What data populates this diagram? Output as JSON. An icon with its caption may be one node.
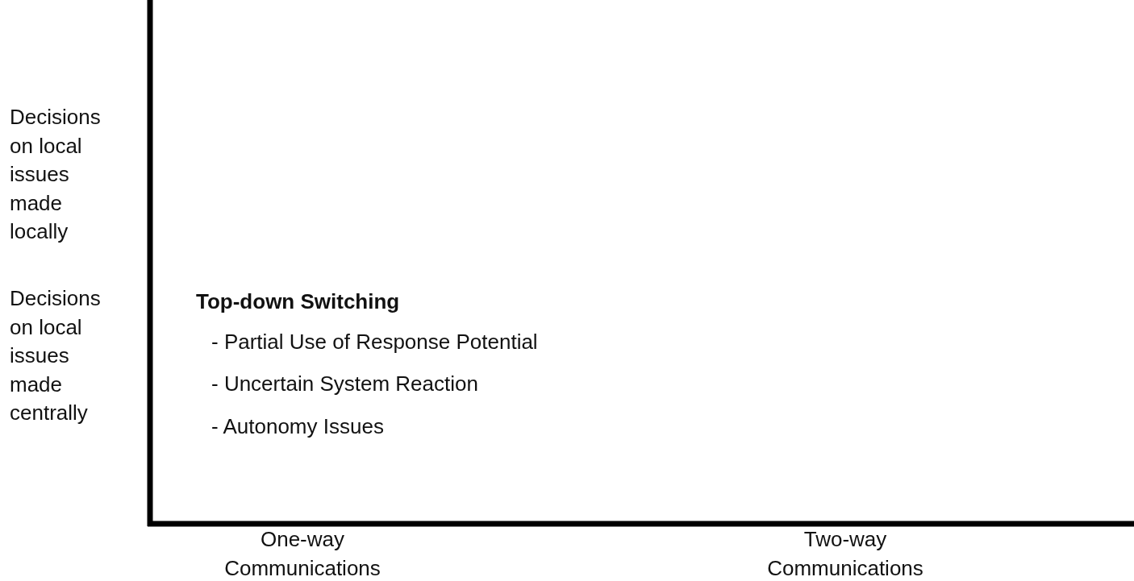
{
  "diagram": {
    "labels": [
      "Decisions on local issues made locally",
      "Decisions on local issues made centrally",
      "Top-down Switching",
      "- Partial Use of Response Potential",
      "- Uncertain System Reaction",
      "- Autonomy Issues",
      "One-way Communications",
      "Two-way Communications"
    ]
  }
}
